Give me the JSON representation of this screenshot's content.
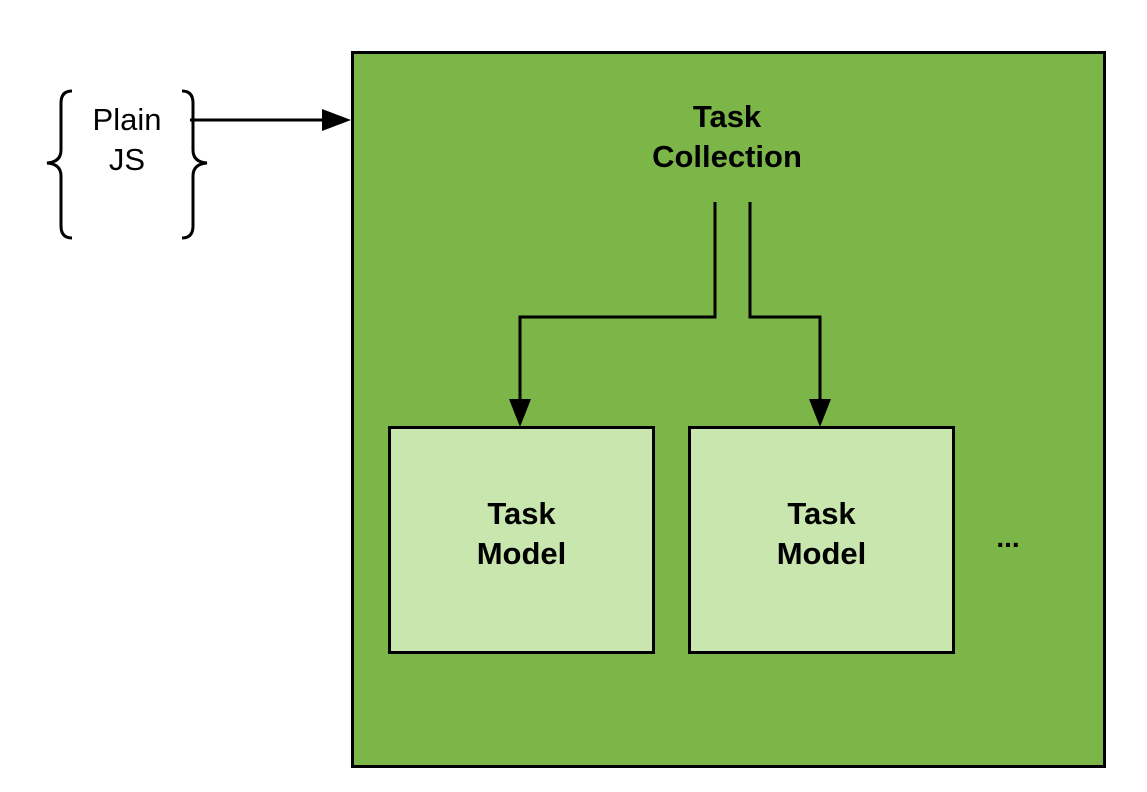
{
  "colors": {
    "container_fill": "#7cb548",
    "model_fill": "#c8e6ad",
    "stroke": "#000000"
  },
  "diagram": {
    "source": {
      "line1": "Plain",
      "line2": "JS"
    },
    "container": {
      "line1": "Task",
      "line2": "Collection"
    },
    "models": [
      {
        "line1": "Task",
        "line2": "Model"
      },
      {
        "line1": "Task",
        "line2": "Model"
      }
    ],
    "ellipsis": "..."
  }
}
